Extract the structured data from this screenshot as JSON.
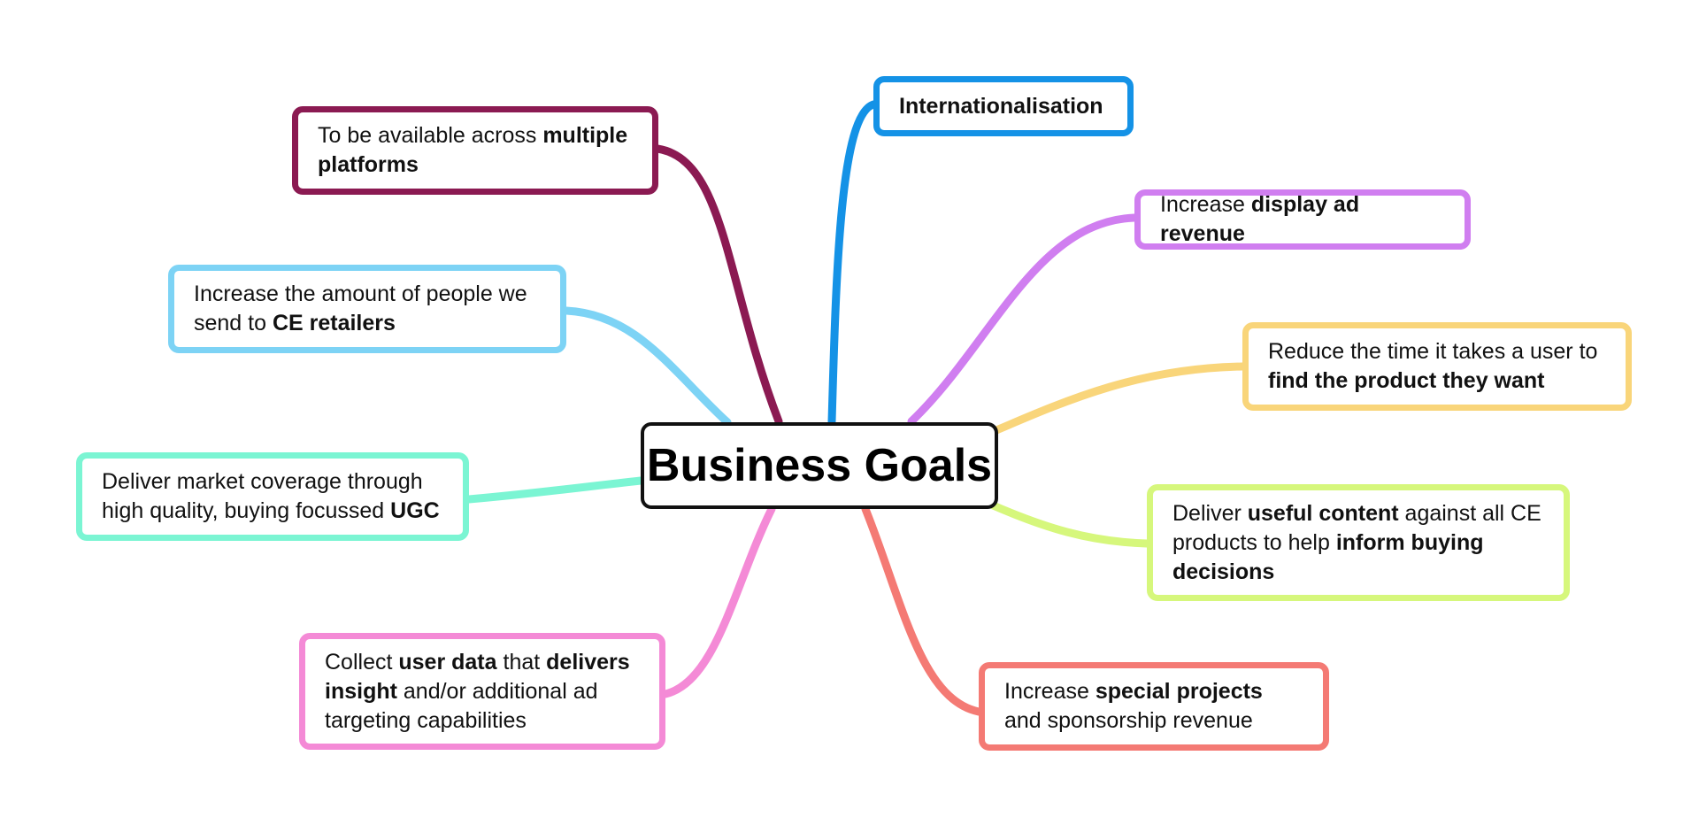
{
  "center": {
    "label": "Business Goals"
  },
  "branches": [
    {
      "id": "multi-platform",
      "color": "#8b1a52",
      "parts": [
        {
          "text": "To be available across ",
          "bold": false
        },
        {
          "text": "multiple platforms",
          "bold": true
        }
      ]
    },
    {
      "id": "internationalisation",
      "color": "#1492e6",
      "parts": [
        {
          "text": "Internationalisation",
          "bold": true
        }
      ]
    },
    {
      "id": "display-ad-revenue",
      "color": "#d07ef0",
      "parts": [
        {
          "text": "Increase ",
          "bold": false
        },
        {
          "text": "display ad revenue",
          "bold": true
        }
      ]
    },
    {
      "id": "find-product",
      "color": "#f9d57a",
      "parts": [
        {
          "text": "Reduce the time it takes a user to ",
          "bold": false
        },
        {
          "text": "find the product they want",
          "bold": true
        }
      ]
    },
    {
      "id": "useful-content",
      "color": "#d6f77c",
      "parts": [
        {
          "text": "Deliver ",
          "bold": false
        },
        {
          "text": "useful content",
          "bold": true
        },
        {
          "text": " against all CE products to help ",
          "bold": false
        },
        {
          "text": "inform buying decisions",
          "bold": true
        }
      ]
    },
    {
      "id": "special-projects",
      "color": "#f47a74",
      "parts": [
        {
          "text": "Increase ",
          "bold": false
        },
        {
          "text": "special projects",
          "bold": true
        },
        {
          "text": " and sponsorship revenue",
          "bold": false
        }
      ]
    },
    {
      "id": "user-data",
      "color": "#f48ad6",
      "parts": [
        {
          "text": "Collect ",
          "bold": false
        },
        {
          "text": "user data",
          "bold": true
        },
        {
          "text": " that ",
          "bold": false
        },
        {
          "text": "delivers insight",
          "bold": true
        },
        {
          "text": " and/or additional ad targeting capabilities",
          "bold": false
        }
      ]
    },
    {
      "id": "market-coverage",
      "color": "#7bf5d3",
      "parts": [
        {
          "text": "Deliver market coverage through high quality, buying focussed ",
          "bold": false
        },
        {
          "text": "UGC",
          "bold": true
        }
      ]
    },
    {
      "id": "ce-retailers",
      "color": "#7dd3f5",
      "parts": [
        {
          "text": "Increase the amount of people we send to ",
          "bold": false
        },
        {
          "text": "CE retailers",
          "bold": true
        }
      ]
    }
  ]
}
